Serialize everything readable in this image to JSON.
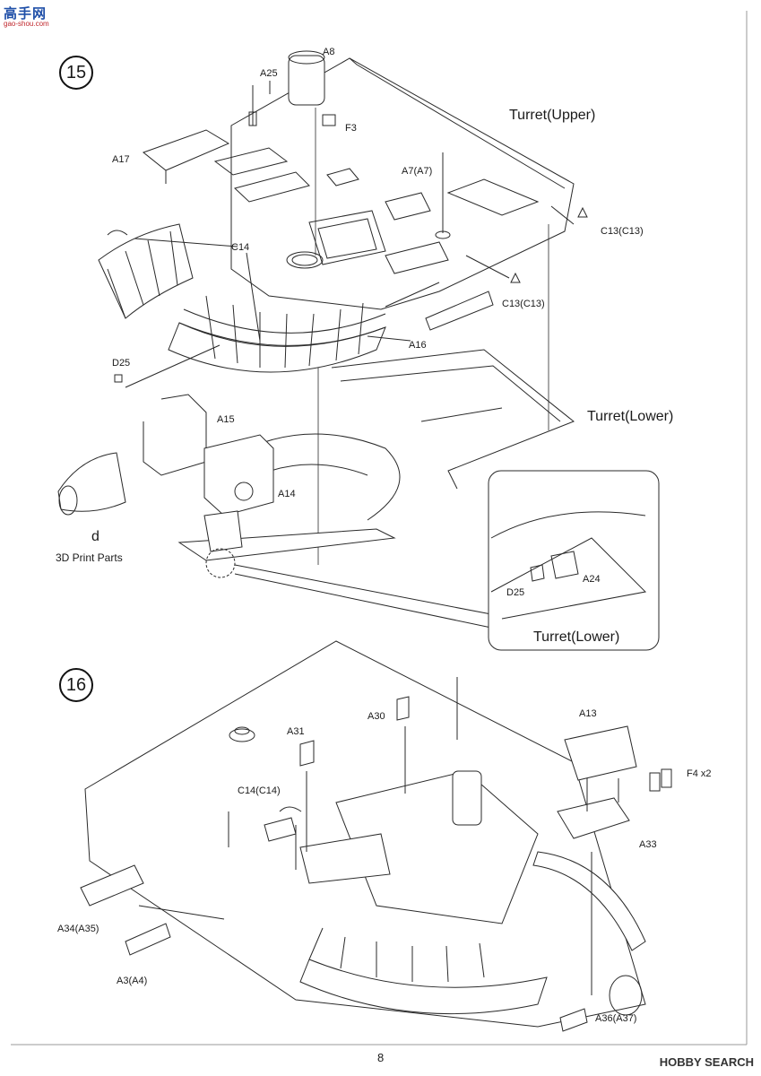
{
  "watermark": {
    "line1": "高手网",
    "line2": "gao-shou.com"
  },
  "steps": [
    {
      "number": "15",
      "labels": {
        "a8": "A8",
        "a25": "A25",
        "f3": "F3",
        "turret_upper": "Turret(Upper)",
        "a17": "A17",
        "a7": "A7(A7)",
        "c13_right": "C13(C13)",
        "c14": "C14",
        "c13_mid": "C13(C13)",
        "a16": "A16",
        "d25": "D25",
        "a15": "A15",
        "turret_lower": "Turret(Lower)",
        "a14": "A14",
        "d": "d",
        "print_parts": "3D Print Parts"
      },
      "detail": {
        "d25": "D25",
        "a24": "A24",
        "turret_lower": "Turret(Lower)"
      }
    },
    {
      "number": "16",
      "labels": {
        "a31": "A31",
        "a30": "A30",
        "a13": "A13",
        "c14": "C14(C14)",
        "f4": "F4 x2",
        "a33": "A33",
        "a34": "A34(A35)",
        "a3": "A3(A4)",
        "a36": "A36(A37)"
      }
    }
  ],
  "page_number": "8",
  "footer_logo": "HOBBY SEARCH"
}
